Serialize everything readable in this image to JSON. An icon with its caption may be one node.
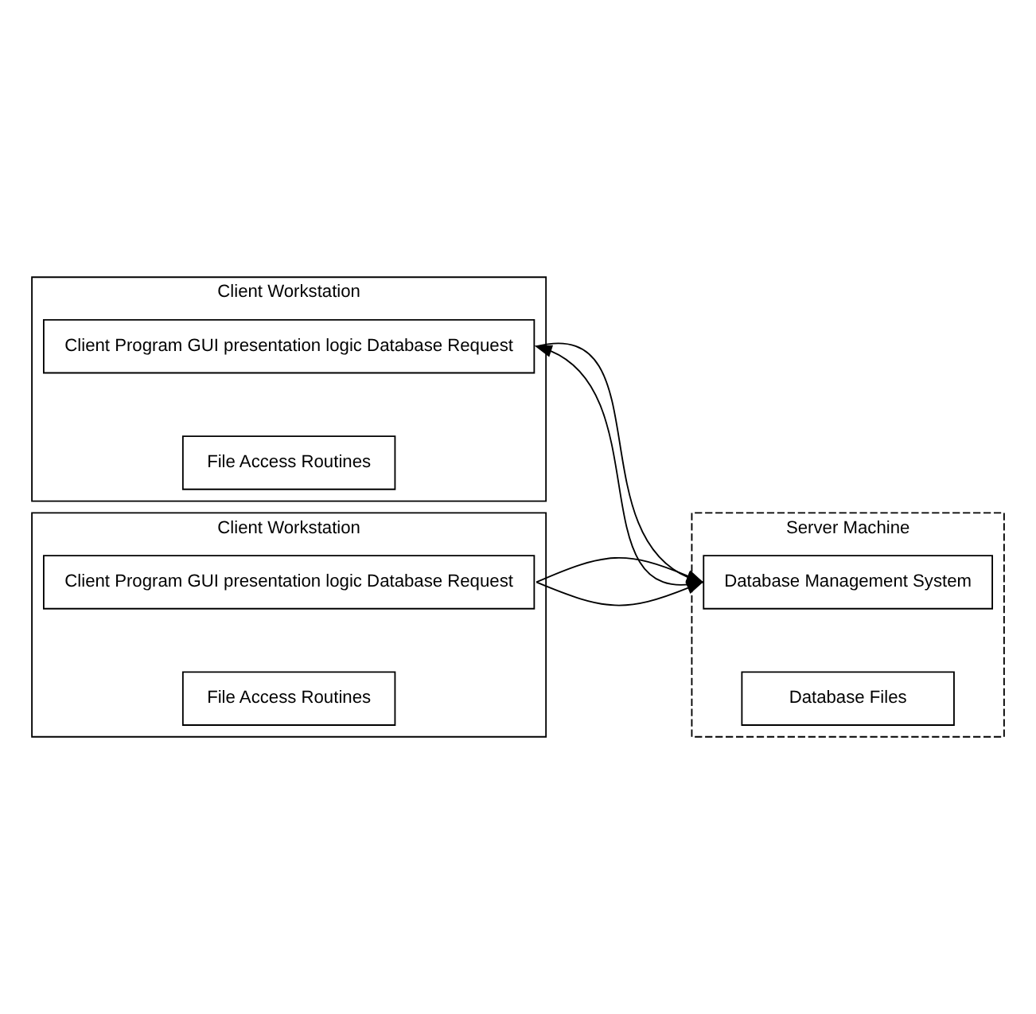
{
  "diagram": {
    "nodes": [
      {
        "text": [
          "Client Workstation"
        ]
      },
      {
        "text": [
          "Client Program GUI presentation logic Database Request"
        ],
        "in": 0
      },
      {
        "text": [
          "File Access Routines"
        ],
        "in": 0
      },
      {
        "text": [
          "Client Workstation"
        ]
      },
      {
        "text": [
          "Client Program GUI presentation logic Database Request"
        ],
        "in": 3
      },
      {
        "text": [
          "File Access Routines"
        ],
        "in": 3
      },
      {
        "text": [
          "Server Machine"
        ]
      },
      {
        "text": [
          "Database Management System"
        ],
        "in": 6
      },
      {
        "text": [
          "Database Files"
        ],
        "in": 6
      }
    ],
    "edges": [
      {
        "from": 1,
        "to": 7,
        "arrow": "to"
      },
      {
        "from": 7,
        "to": 1,
        "arrow": "to"
      },
      {
        "from": 4,
        "to": 7,
        "arrow": "to"
      },
      {
        "from": 4,
        "to": 7,
        "arrow": "to"
      }
    ]
  }
}
